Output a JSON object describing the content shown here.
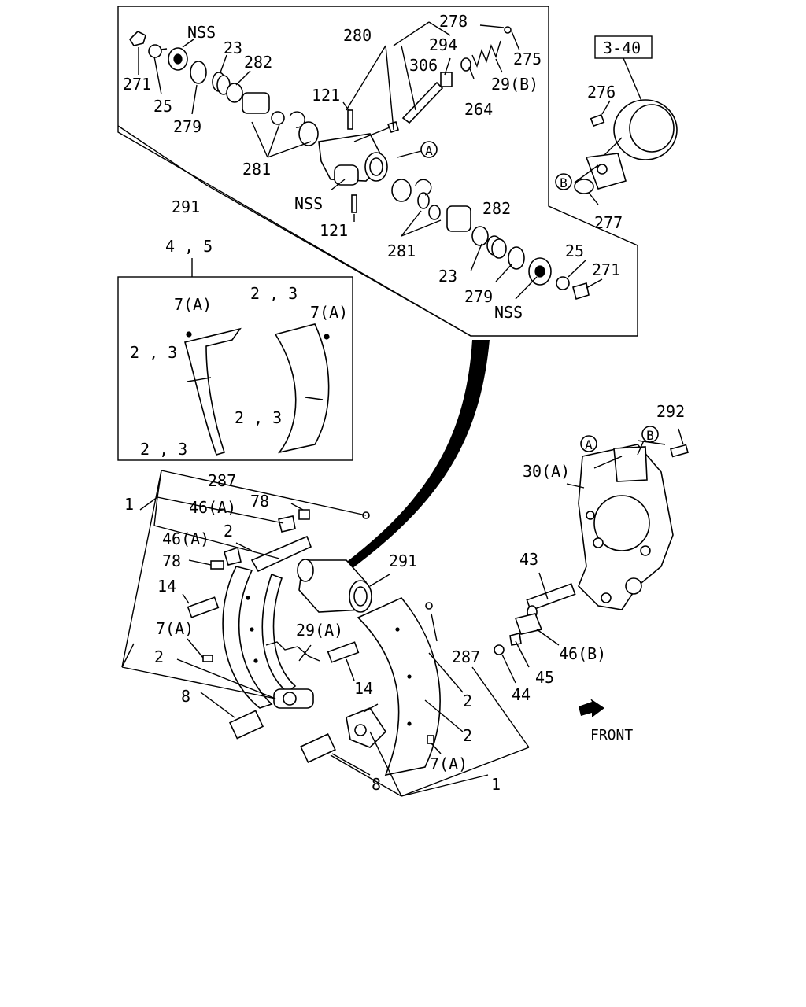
{
  "diagram": {
    "inset_ref": "3-40",
    "front_label": "FRONT",
    "callouts": [
      {
        "id": "c271a",
        "text": "271"
      },
      {
        "id": "c25a",
        "text": "25"
      },
      {
        "id": "cNSSa",
        "text": "NSS"
      },
      {
        "id": "c23a",
        "text": "23"
      },
      {
        "id": "c282a",
        "text": "282"
      },
      {
        "id": "c279a",
        "text": "279"
      },
      {
        "id": "c280",
        "text": "280"
      },
      {
        "id": "c278",
        "text": "278"
      },
      {
        "id": "c294",
        "text": "294"
      },
      {
        "id": "c306",
        "text": "306"
      },
      {
        "id": "c275",
        "text": "275"
      },
      {
        "id": "c29b",
        "text": "29(B)"
      },
      {
        "id": "c264",
        "text": "264"
      },
      {
        "id": "c121a",
        "text": "121"
      },
      {
        "id": "c281a",
        "text": "281"
      },
      {
        "id": "cNSSb",
        "text": "NSS"
      },
      {
        "id": "c121b",
        "text": "121"
      },
      {
        "id": "c291a",
        "text": "291"
      },
      {
        "id": "c282b",
        "text": "282"
      },
      {
        "id": "c281b",
        "text": "281"
      },
      {
        "id": "c23b",
        "text": "23"
      },
      {
        "id": "c279b",
        "text": "279"
      },
      {
        "id": "cNSSc",
        "text": "NSS"
      },
      {
        "id": "c25b",
        "text": "25"
      },
      {
        "id": "c271b",
        "text": "271"
      },
      {
        "id": "c276",
        "text": "276"
      },
      {
        "id": "c277",
        "text": "277"
      },
      {
        "id": "c45",
        "text": "4 , 5"
      },
      {
        "id": "c7Aa",
        "text": "7(A)"
      },
      {
        "id": "c23c",
        "text": "2 , 3"
      },
      {
        "id": "c7Ab",
        "text": "7(A)"
      },
      {
        "id": "c23d",
        "text": "2 , 3"
      },
      {
        "id": "c23e",
        "text": "2 , 3"
      },
      {
        "id": "c23f",
        "text": "2 , 3"
      },
      {
        "id": "c287a",
        "text": "287"
      },
      {
        "id": "c1a",
        "text": "1"
      },
      {
        "id": "c46Aa",
        "text": "46(A)"
      },
      {
        "id": "c78a",
        "text": "78"
      },
      {
        "id": "c2a",
        "text": "2"
      },
      {
        "id": "c46Ab",
        "text": "46(A)"
      },
      {
        "id": "c78b",
        "text": "78"
      },
      {
        "id": "c14a",
        "text": "14"
      },
      {
        "id": "c7Ac",
        "text": "7(A)"
      },
      {
        "id": "c2b",
        "text": "2"
      },
      {
        "id": "c8a",
        "text": "8"
      },
      {
        "id": "c291b",
        "text": "291"
      },
      {
        "id": "c29A",
        "text": "29(A)"
      },
      {
        "id": "c14b",
        "text": "14"
      },
      {
        "id": "c287b",
        "text": "287"
      },
      {
        "id": "c2c",
        "text": "2"
      },
      {
        "id": "c2d",
        "text": "2"
      },
      {
        "id": "c7Ad",
        "text": "7(A)"
      },
      {
        "id": "c8b",
        "text": "8"
      },
      {
        "id": "c1b",
        "text": "1"
      },
      {
        "id": "c292",
        "text": "292"
      },
      {
        "id": "c30A",
        "text": "30(A)"
      },
      {
        "id": "c43",
        "text": "43"
      },
      {
        "id": "c46B",
        "text": "46(B)"
      },
      {
        "id": "c45b",
        "text": "45"
      },
      {
        "id": "c44",
        "text": "44"
      }
    ],
    "markers": [
      {
        "id": "mA1",
        "text": "A"
      },
      {
        "id": "mB1",
        "text": "B"
      },
      {
        "id": "mA2",
        "text": "A"
      },
      {
        "id": "mB2",
        "text": "B"
      }
    ]
  }
}
